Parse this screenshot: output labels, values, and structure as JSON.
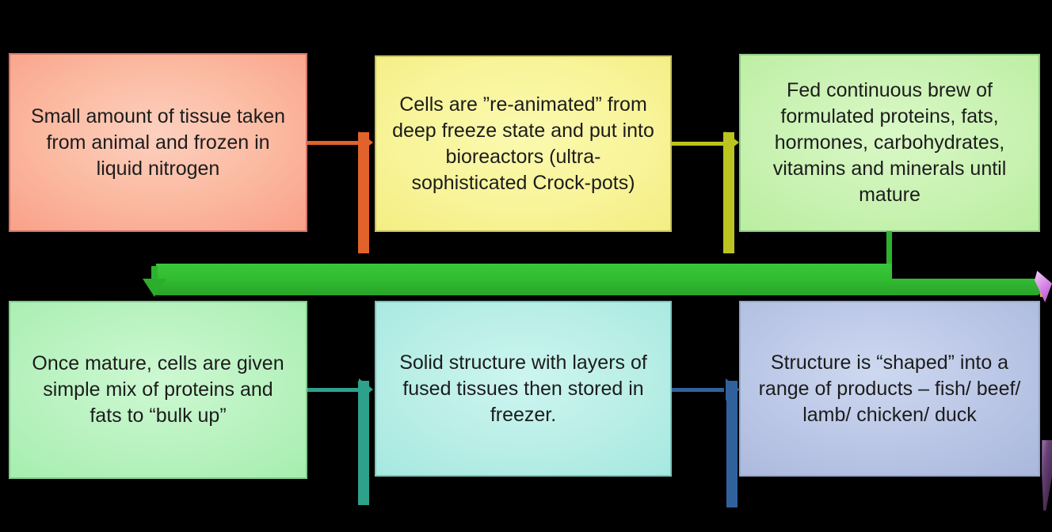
{
  "diagram": {
    "background_color": "#000000",
    "text_color": "#1c1c1c",
    "boxes": [
      {
        "id": "step-1",
        "text": "Small amount of tissue taken from animal and frozen in liquid nitrogen",
        "fill_center": "#fdd0bf",
        "fill_edge": "#f9a088",
        "border": "#d0756a"
      },
      {
        "id": "step-2",
        "text": "Cells are ”re-animated” from deep freeze state and put into bioreactors (ultra-sophisticated Crock-pots)",
        "fill_center": "#fbf9ae",
        "fill_edge": "#f3ee82",
        "border": "#c8c25e"
      },
      {
        "id": "step-3",
        "text": "Fed continuous brew of formulated proteins, fats, hormones, carbohydrates, vitamins and minerals until mature",
        "fill_center": "#d9f8c6",
        "fill_edge": "#baeea0",
        "border": "#8cc986"
      },
      {
        "id": "step-4",
        "text": "Once mature, cells are given simple mix of proteins and fats to “bulk up”",
        "fill_center": "#cdf8d2",
        "fill_edge": "#a6eeae",
        "border": "#84c98c"
      },
      {
        "id": "step-5",
        "text": "Solid structure with layers of fused tissues then stored in freezer.",
        "fill_center": "#cdf5f0",
        "fill_edge": "#a5e8e0",
        "border": "#7cc4bd"
      },
      {
        "id": "step-6",
        "text": "Structure is “shaped” into a range of products – fish/ beef/ lamb/ chicken/ duck",
        "fill_center": "#cdd8f0",
        "fill_edge": "#aab8dc",
        "border": "#98a8c8"
      }
    ],
    "connectors": [
      {
        "id": "arrow-1-to-2",
        "type": "elbow-right-arrow",
        "color": "#e2622b"
      },
      {
        "id": "arrow-2-to-3",
        "type": "elbow-right-arrow",
        "color": "#bcc41f"
      },
      {
        "id": "arrow-3-to-4",
        "type": "thick-band-down-arrow",
        "color": "#30ba30"
      },
      {
        "id": "arrow-4-to-5",
        "type": "elbow-right-arrow",
        "color": "#2ea18c"
      },
      {
        "id": "arrow-5-to-6",
        "type": "elbow-right-arrow",
        "color": "#31619c"
      }
    ],
    "artifacts": [
      {
        "id": "pink-arrowhead-fragment",
        "color": "#cf7ae0"
      },
      {
        "id": "yellow-speck",
        "color": "#ddc22a"
      },
      {
        "id": "purple-arrow-fragment",
        "color": "#6a4478"
      }
    ]
  }
}
